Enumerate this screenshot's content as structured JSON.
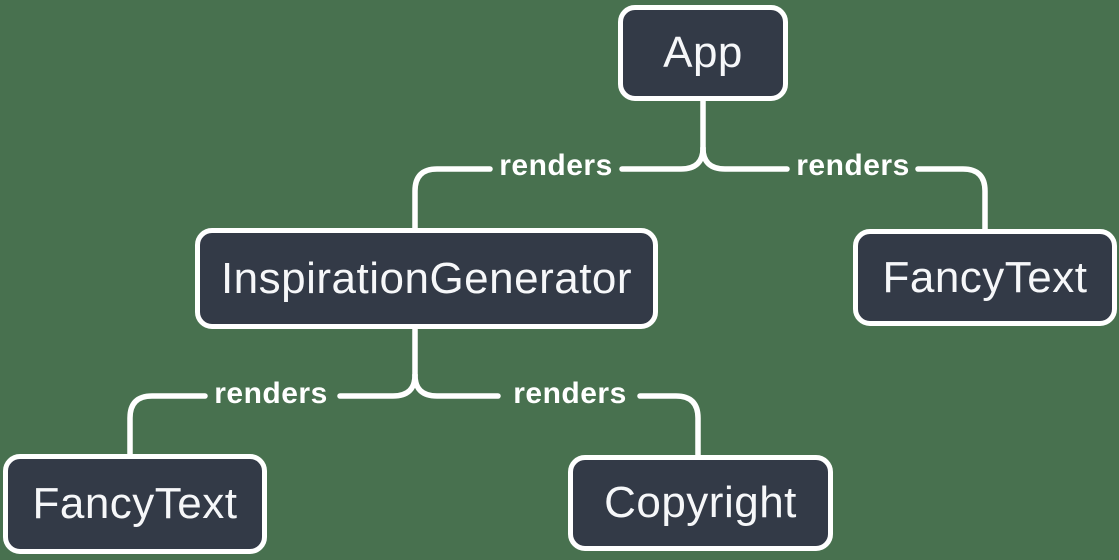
{
  "diagram": {
    "type": "component-render-tree",
    "colors": {
      "background": "#48714F",
      "node_fill": "#333A47",
      "node_border": "#FFFFFF",
      "node_text": "#F6F7F9",
      "line": "#FFFFFF",
      "edge_label_text": "#FFFFFF"
    },
    "nodes": [
      {
        "id": "app",
        "label": "App"
      },
      {
        "id": "inspiration-generator",
        "label": "InspirationGenerator"
      },
      {
        "id": "fancy-text-right",
        "label": "FancyText"
      },
      {
        "id": "fancy-text-left",
        "label": "FancyText"
      },
      {
        "id": "copyright",
        "label": "Copyright"
      }
    ],
    "edges": [
      {
        "from": "App",
        "to": "InspirationGenerator",
        "label": "renders"
      },
      {
        "from": "App",
        "to": "FancyText",
        "label": "renders"
      },
      {
        "from": "InspirationGenerator",
        "to": "FancyText",
        "label": "renders"
      },
      {
        "from": "InspirationGenerator",
        "to": "Copyright",
        "label": "renders"
      }
    ]
  }
}
